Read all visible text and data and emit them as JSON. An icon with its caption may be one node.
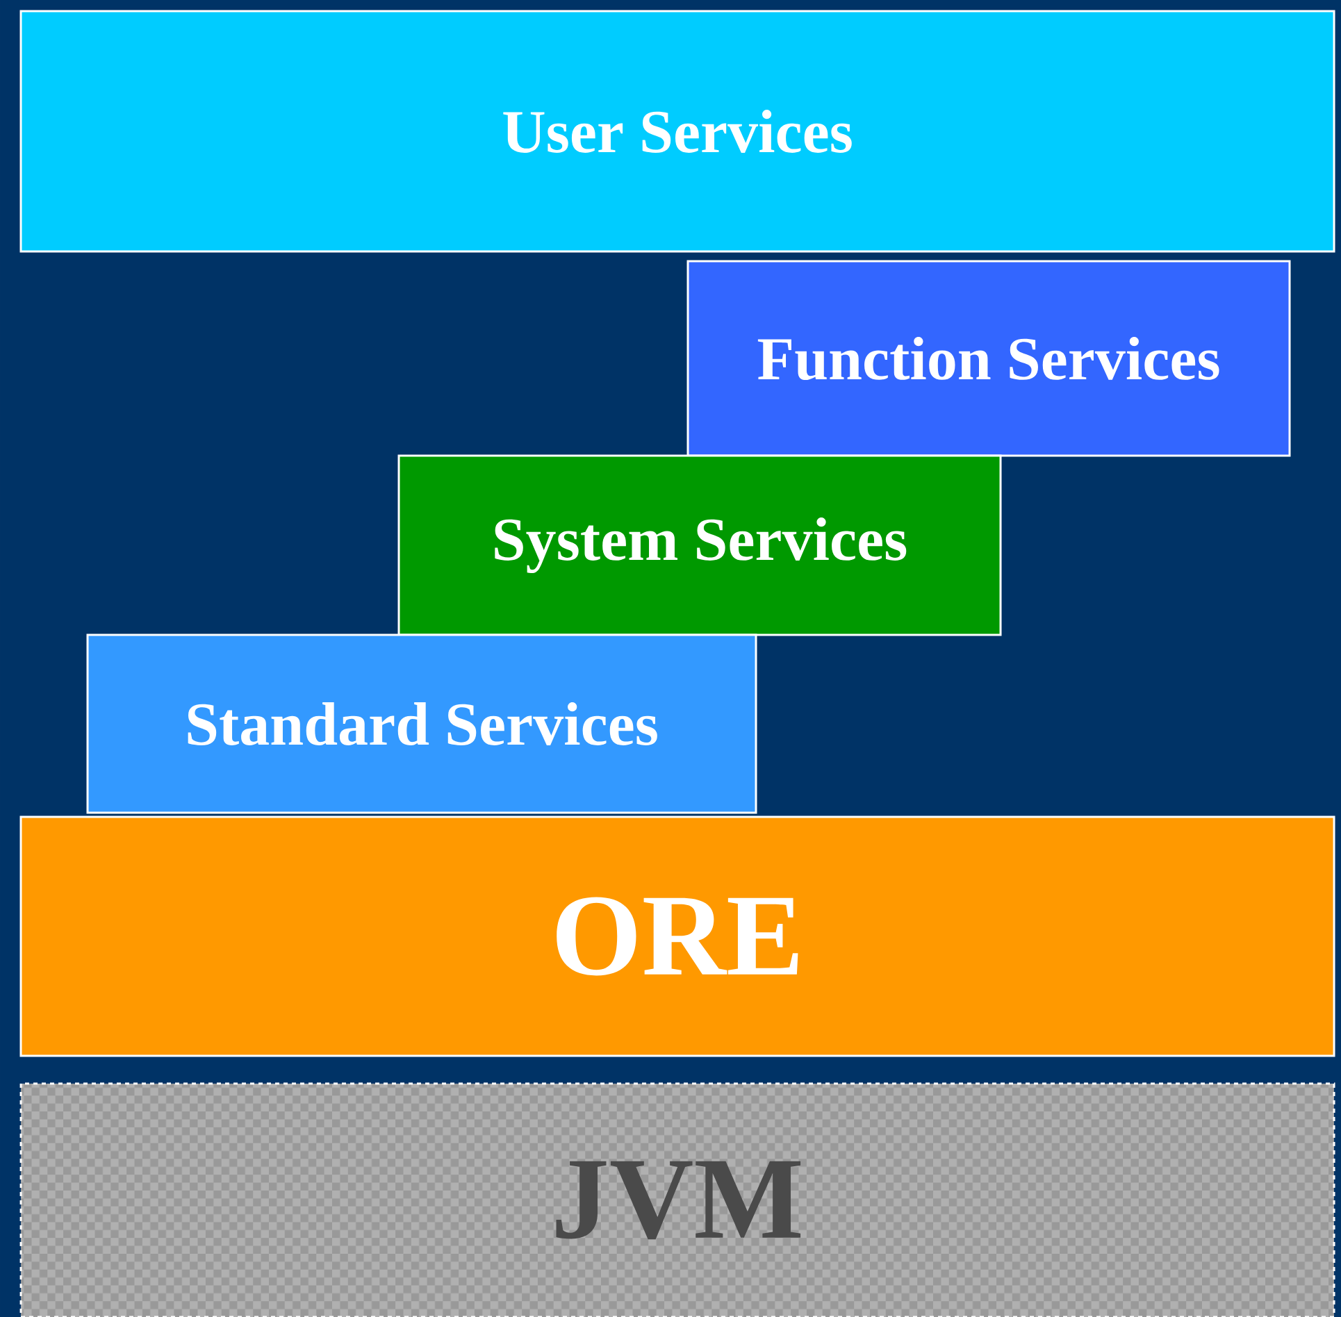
{
  "diagram": {
    "nodes": [
      {
        "text": [
          "User Services"
        ]
      },
      {
        "text": [
          "Function Services"
        ]
      },
      {
        "text": [
          "System Services"
        ]
      },
      {
        "text": [
          "Standard Services"
        ]
      },
      {
        "text": [
          "ORE"
        ]
      },
      {
        "text": [
          "JVM"
        ]
      }
    ]
  }
}
